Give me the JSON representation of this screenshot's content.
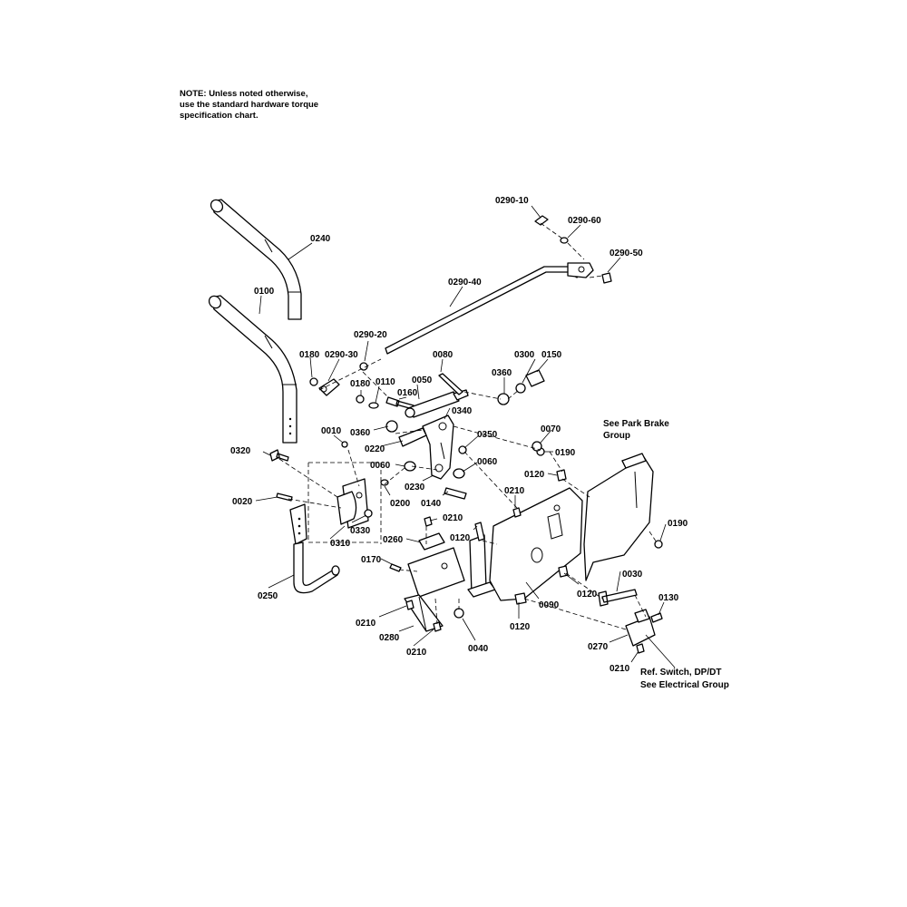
{
  "note": {
    "lines": [
      "NOTE: Unless noted otherwise,",
      "use the standard hardware torque",
      "specification chart."
    ]
  },
  "callouts": {
    "c0290_10": "0290-10",
    "c0290_60": "0290-60",
    "c0290_50": "0290-50",
    "c0240": "0240",
    "c0290_40": "0290-40",
    "c0100": "0100",
    "c0290_20": "0290-20",
    "c0180a": "0180",
    "c0290_30": "0290-30",
    "c0080": "0080",
    "c0300": "0300",
    "c0150": "0150",
    "c0360a": "0360",
    "c0050": "0050",
    "c0180b": "0180",
    "c0110": "0110",
    "c0160": "0160",
    "c0340": "0340",
    "c0010": "0010",
    "c0360b": "0360",
    "c0220": "0220",
    "c0350": "0350",
    "c0070": "0070",
    "c0190a": "0190",
    "c0320": "0320",
    "c0060a": "0060",
    "c0060b": "0060",
    "c0120a": "0120",
    "c0230": "0230",
    "c0200": "0200",
    "c0140": "0140",
    "c0210a": "0210",
    "c0020": "0020",
    "c0330": "0330",
    "c0210b": "0210",
    "c0310": "0310",
    "c0260": "0260",
    "c0120b": "0120",
    "c0190b": "0190",
    "c0170": "0170",
    "c0030": "0030",
    "c0250": "0250",
    "c0120c": "0120",
    "c0130": "0130",
    "c0090": "0090",
    "c0210c": "0210",
    "c0120d": "0120",
    "c0280": "0280",
    "c0040": "0040",
    "c0270": "0270",
    "c0210d": "0210",
    "c0210e": "0210"
  },
  "references": {
    "park_brake_1": "See Park Brake",
    "park_brake_2": "Group",
    "switch_1": "Ref. Switch, DP/DT",
    "switch_2": "See Electrical Group"
  }
}
